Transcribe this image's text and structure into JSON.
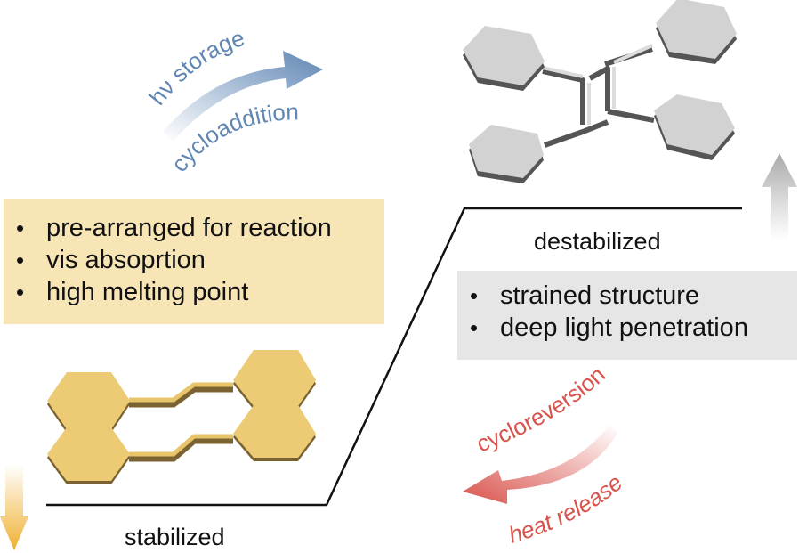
{
  "colors": {
    "storage_blue": "#5f86b4",
    "release_red": "#d9534c",
    "stable_yellow": "#e8c46a",
    "stable_box": "#f8e5b5",
    "strained_gray": "#cfcfcf",
    "strained_box": "#e6e6e6",
    "energy_line": "#111111"
  },
  "storage_arrow": {
    "top_label": "hν storage",
    "bottom_label": "cycloaddition",
    "icon": "curved-arrow-right-icon"
  },
  "release_arrow": {
    "top_label": "cycloreversion",
    "bottom_label": "heat release",
    "icon": "curved-arrow-left-icon"
  },
  "stable_state": {
    "level_label": "stabilized",
    "properties": [
      "pre-arranged for reaction",
      "vis absoprtion",
      "high melting point"
    ],
    "molecule": "stacked-dimer-pair",
    "direction_icon": "arrow-down-icon"
  },
  "strained_state": {
    "level_label": "destabilized",
    "properties": [
      "strained structure",
      "deep light penetration"
    ],
    "molecule": "cyclobutane-adduct",
    "direction_icon": "arrow-up-icon"
  }
}
